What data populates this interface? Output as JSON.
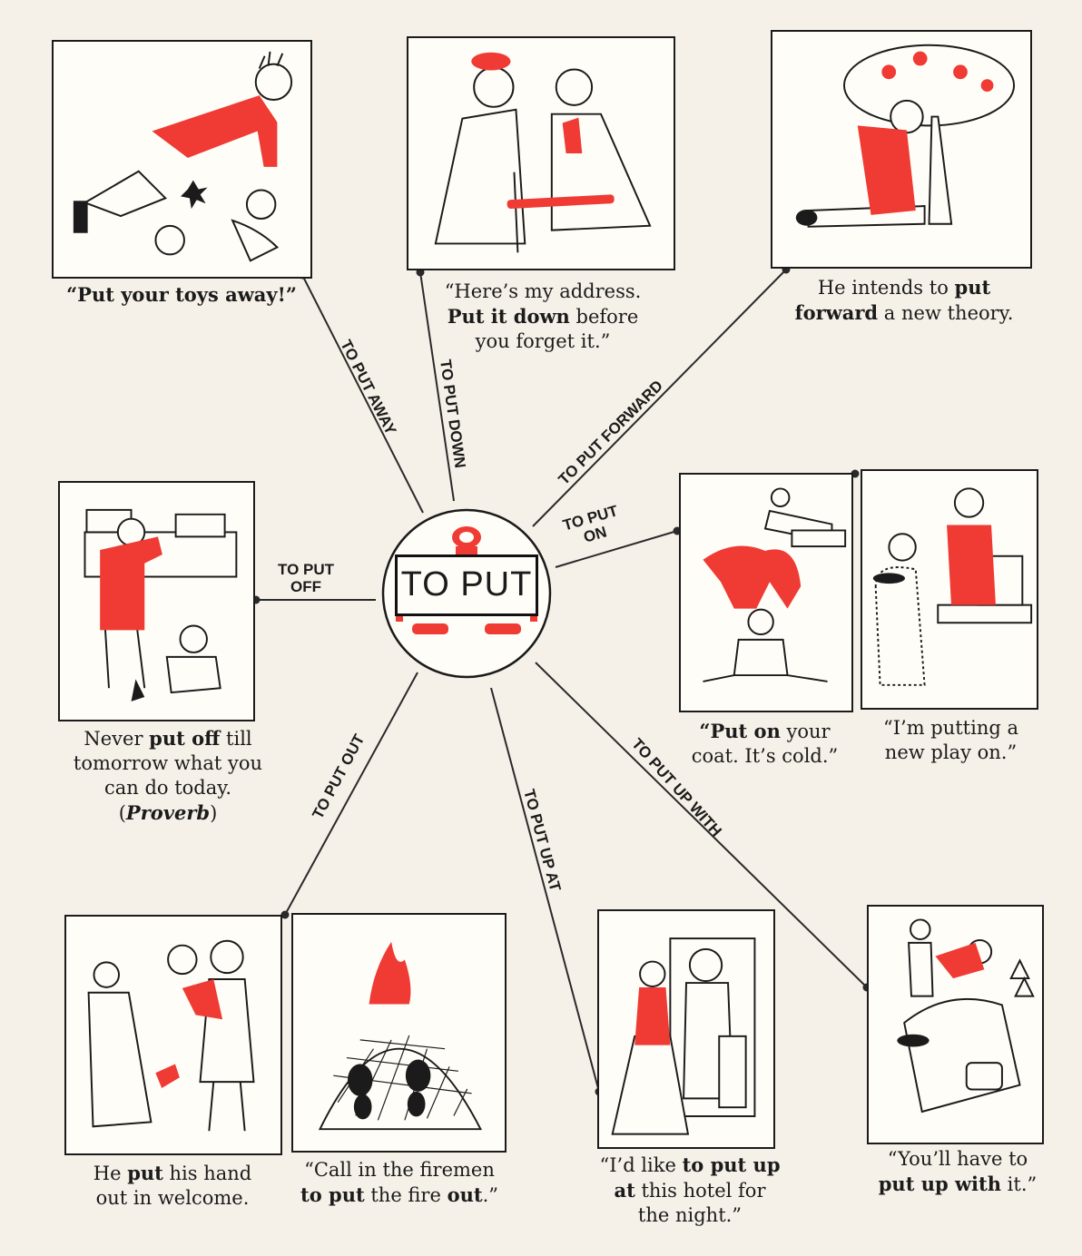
{
  "center": {
    "title": "TO PUT",
    "accent_color": "#ef3b33"
  },
  "branches": [
    {
      "id": "away",
      "label": "TO PUT AWAY",
      "captions": [
        {
          "bold": "",
          "text": "“Put your toys away!”"
        }
      ]
    },
    {
      "id": "down",
      "label": "TO PUT DOWN",
      "caption_lines": [
        "“Here’s my address.",
        "Put it down",
        " before",
        "you forget it.”"
      ]
    },
    {
      "id": "forward",
      "label": "TO PUT FORWARD",
      "caption_lines": [
        "He intends to ",
        "put",
        "forward",
        " a new theory."
      ]
    },
    {
      "id": "on",
      "label_lines": [
        "TO PUT",
        "ON"
      ],
      "caption_a_lines": [
        "“Put on",
        " your",
        "coat. It’s cold.”"
      ],
      "caption_b_lines": [
        "“I’m putting a",
        "new play on.”"
      ]
    },
    {
      "id": "off",
      "label_lines": [
        "TO PUT",
        "OFF"
      ],
      "caption_lines": [
        "Never ",
        "put off",
        " till",
        "tomorrow what you",
        "can do today.",
        "(",
        "Proverb",
        ")"
      ]
    },
    {
      "id": "out",
      "label": "TO PUT OUT",
      "caption_a_lines": [
        "He ",
        "put",
        " his hand",
        "out in welcome."
      ],
      "caption_b_lines": [
        "“Call in the firemen",
        "to put",
        " the fire ",
        "out",
        ".”"
      ]
    },
    {
      "id": "upat",
      "label": "TO PUT UP AT",
      "caption_lines": [
        "“I’d like ",
        "to put up",
        "at",
        " this hotel for",
        "the night.”"
      ]
    },
    {
      "id": "upwith",
      "label": "TO PUT UP WITH",
      "caption_lines": [
        "“You’ll have to",
        "put up with",
        " it.”"
      ]
    }
  ]
}
